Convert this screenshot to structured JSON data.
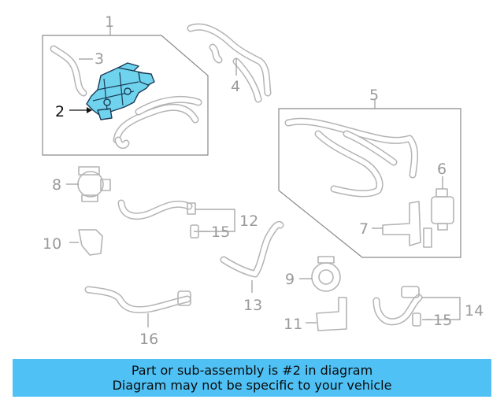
{
  "callouts": {
    "c1": "1",
    "c2": "2",
    "c3": "3",
    "c4": "4",
    "c5": "5",
    "c6": "6",
    "c7": "7",
    "c8": "8",
    "c9": "9",
    "c10": "10",
    "c11": "11",
    "c12": "12",
    "c13": "13",
    "c14": "14",
    "c15a": "15",
    "c15b": "15",
    "c16": "16"
  },
  "highlighted_part": "2",
  "banner": {
    "line1": "Part or sub-assembly is #2 in diagram",
    "line2": "Diagram may not be specific to your vehicle",
    "color": "#4fc1f5"
  },
  "colors": {
    "highlight": "#6fd3ee",
    "outline": "#b4b4b4"
  }
}
